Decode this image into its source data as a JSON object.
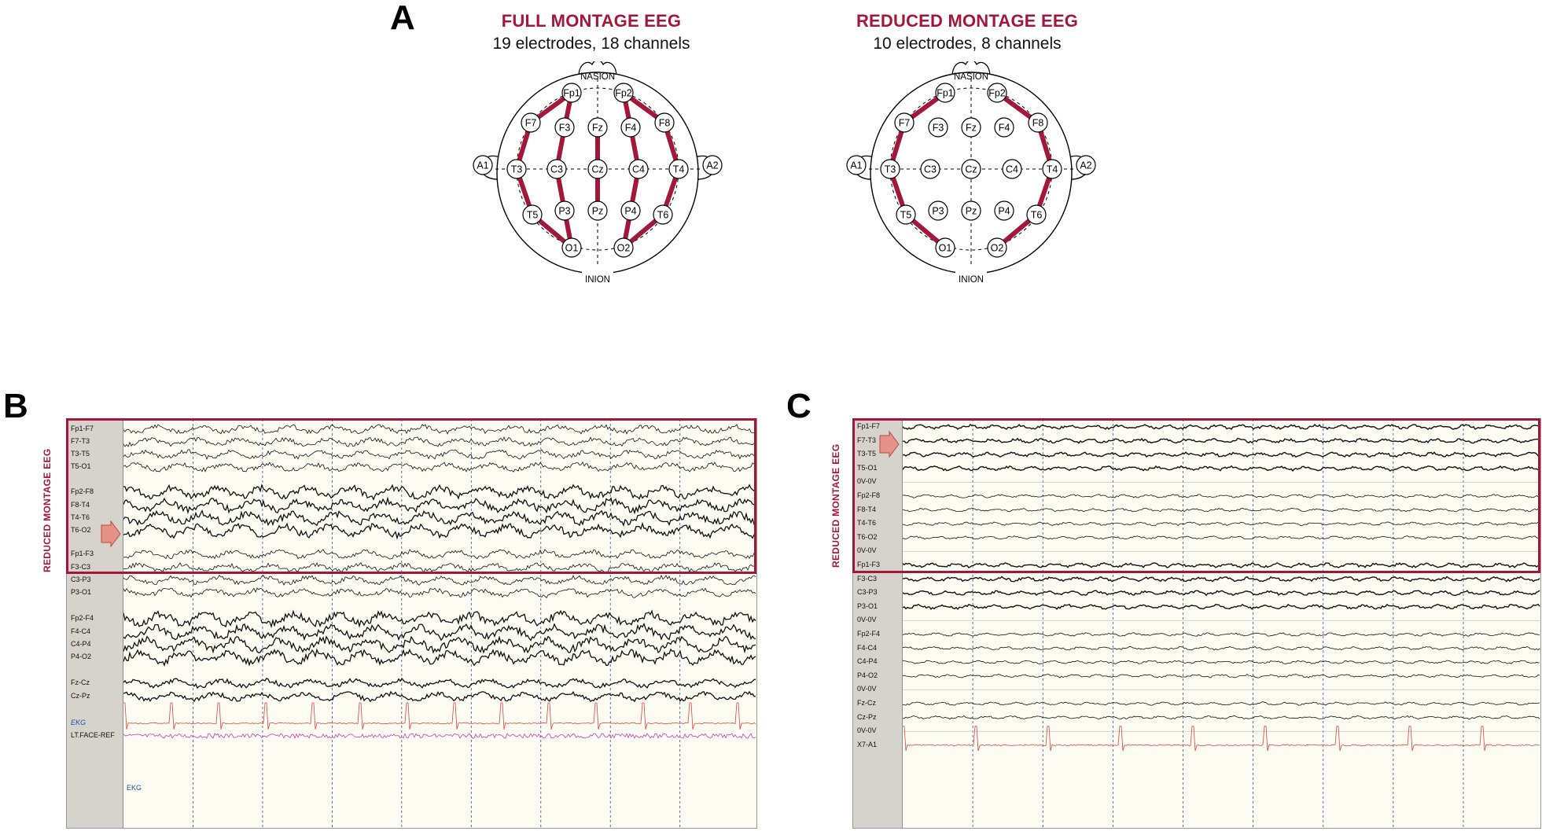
{
  "panels": {
    "a": {
      "letter": "A",
      "full": {
        "title": "FULL MONTAGE EEG",
        "subtitle": "19 electrodes, 18 channels"
      },
      "reduced": {
        "title": "REDUCED MONTAGE EEG",
        "subtitle": "10 electrodes, 8 channels"
      },
      "landmarks": {
        "nasion": "NASION",
        "inion": "INION"
      },
      "electrodes": [
        "Fp1",
        "Fp2",
        "F7",
        "F3",
        "Fz",
        "F4",
        "F8",
        "A1",
        "T3",
        "C3",
        "Cz",
        "C4",
        "T4",
        "A2",
        "T5",
        "P3",
        "Pz",
        "P4",
        "T6",
        "O1",
        "O2"
      ],
      "full_chains": [
        [
          "Fp1",
          "F7",
          "T3",
          "T5",
          "O1"
        ],
        [
          "Fp1",
          "F3",
          "C3",
          "P3",
          "O1"
        ],
        [
          "Fz",
          "Cz",
          "Pz"
        ],
        [
          "Fp2",
          "F4",
          "C4",
          "P4",
          "O2"
        ],
        [
          "Fp2",
          "F8",
          "T4",
          "T6",
          "O2"
        ]
      ],
      "reduced_chains": [
        [
          "Fp1",
          "F7",
          "T3",
          "T5",
          "O1"
        ],
        [
          "Fp2",
          "F8",
          "T4",
          "T6",
          "O2"
        ]
      ],
      "colors": {
        "accent": "#a3173a"
      }
    },
    "b": {
      "letter": "B",
      "side_label": "REDUCED MONTAGE EEG",
      "channels": [
        "Fp1-F7",
        "F7-T3",
        "T3-T5",
        "T5-O1",
        "Fp2-F8",
        "F8-T4",
        "T4-T6",
        "T6-O2",
        "Fp1-F3",
        "F3-C3",
        "C3-P3",
        "P3-O1",
        "Fp2-F4",
        "F4-C4",
        "C4-P4",
        "P4-O2",
        "Fz-Cz",
        "Cz-Pz",
        "EKG",
        "LT.FACE-REF"
      ],
      "ekg_tag": "EKG"
    },
    "c": {
      "letter": "C",
      "side_label": "REDUCED MONTAGE EEG",
      "channels": [
        "Fp1-F7",
        "F7-T3",
        "T3-T5",
        "T5-O1",
        "0V-0V",
        "Fp2-F8",
        "F8-T4",
        "T4-T6",
        "T6-O2",
        "0V-0V",
        "Fp1-F3",
        "F3-C3",
        "C3-P3",
        "P3-O1",
        "0V-0V",
        "Fp2-F4",
        "F4-C4",
        "C4-P4",
        "P4-O2",
        "0V-0V",
        "Fz-Cz",
        "Cz-Pz",
        "0V-0V",
        "X7-A1"
      ]
    }
  }
}
